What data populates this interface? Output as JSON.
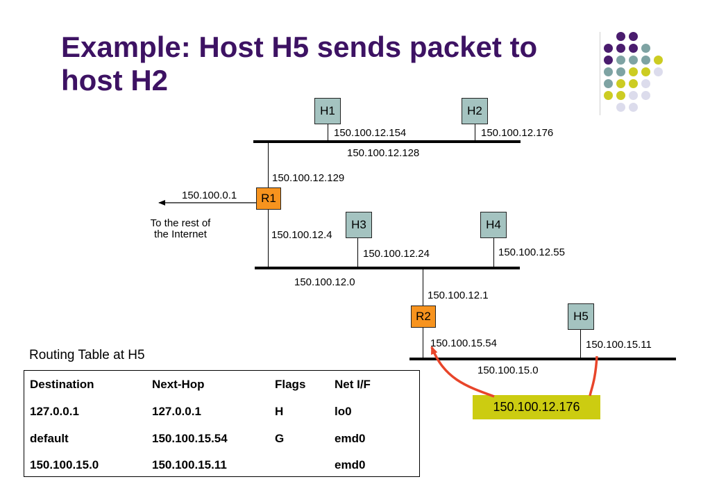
{
  "title": {
    "line1": "Example:  Host H5 sends packet to",
    "line2": "host H2"
  },
  "palette": {
    "title": "#3d1263",
    "host_fill": "#a4c3c0",
    "router_fill": "#f7931e",
    "highlight_fill": "#cccc11",
    "arrow": "#e8452a",
    "dot_purple": "#4a1c6e",
    "dot_teal": "#7ea3a3",
    "dot_yellow": "#cccc22",
    "dot_lavender": "#dcdcec"
  },
  "nodes": {
    "h1": "H1",
    "h2": "H2",
    "h3": "H3",
    "h4": "H4",
    "h5": "H5",
    "r1": "R1",
    "r2": "R2"
  },
  "addresses": {
    "h1": "150.100.12.154",
    "h2": "150.100.12.176",
    "net_top": "150.100.12.128",
    "r1_top": "150.100.12.129",
    "r1_out": "150.100.0.1",
    "r1_mid": "150.100.12.4",
    "h3": "150.100.12.24",
    "h4": "150.100.12.55",
    "net_mid": "150.100.12.0",
    "r2_mid": "150.100.12.1",
    "r2_bottom": "150.100.15.54",
    "h5": "150.100.15.11",
    "net_bottom": "150.100.15.0"
  },
  "internet": {
    "line1": "To the rest of",
    "line2": "the Internet"
  },
  "highlight": "150.100.12.176",
  "routing_table": {
    "caption": "Routing Table at H5",
    "headers": [
      "Destination",
      "Next-Hop",
      "Flags",
      "Net I/F"
    ],
    "rows": [
      [
        "127.0.0.1",
        "127.0.0.1",
        "H",
        "lo0"
      ],
      [
        "default",
        "150.100.15.54",
        "G",
        "emd0"
      ],
      [
        "150.100.15.0",
        "150.100.15.11",
        "",
        "emd0"
      ]
    ]
  }
}
